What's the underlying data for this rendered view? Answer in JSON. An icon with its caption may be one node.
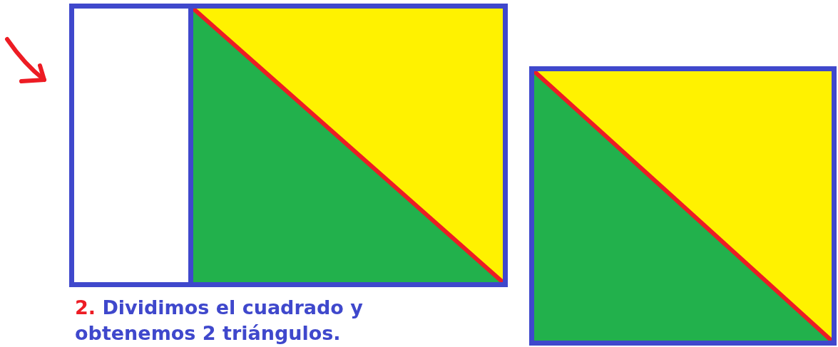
{
  "diagram": {
    "nodes": [
      {
        "text": [],
        "shape": "box"
      },
      {
        "text": [],
        "shape": "box"
      },
      {
        "text": [],
        "shape": "box"
      }
    ],
    "labels": [
      "2.",
      "Dividimos el cuadrado y obtenemos 2 triángulos."
    ]
  }
}
